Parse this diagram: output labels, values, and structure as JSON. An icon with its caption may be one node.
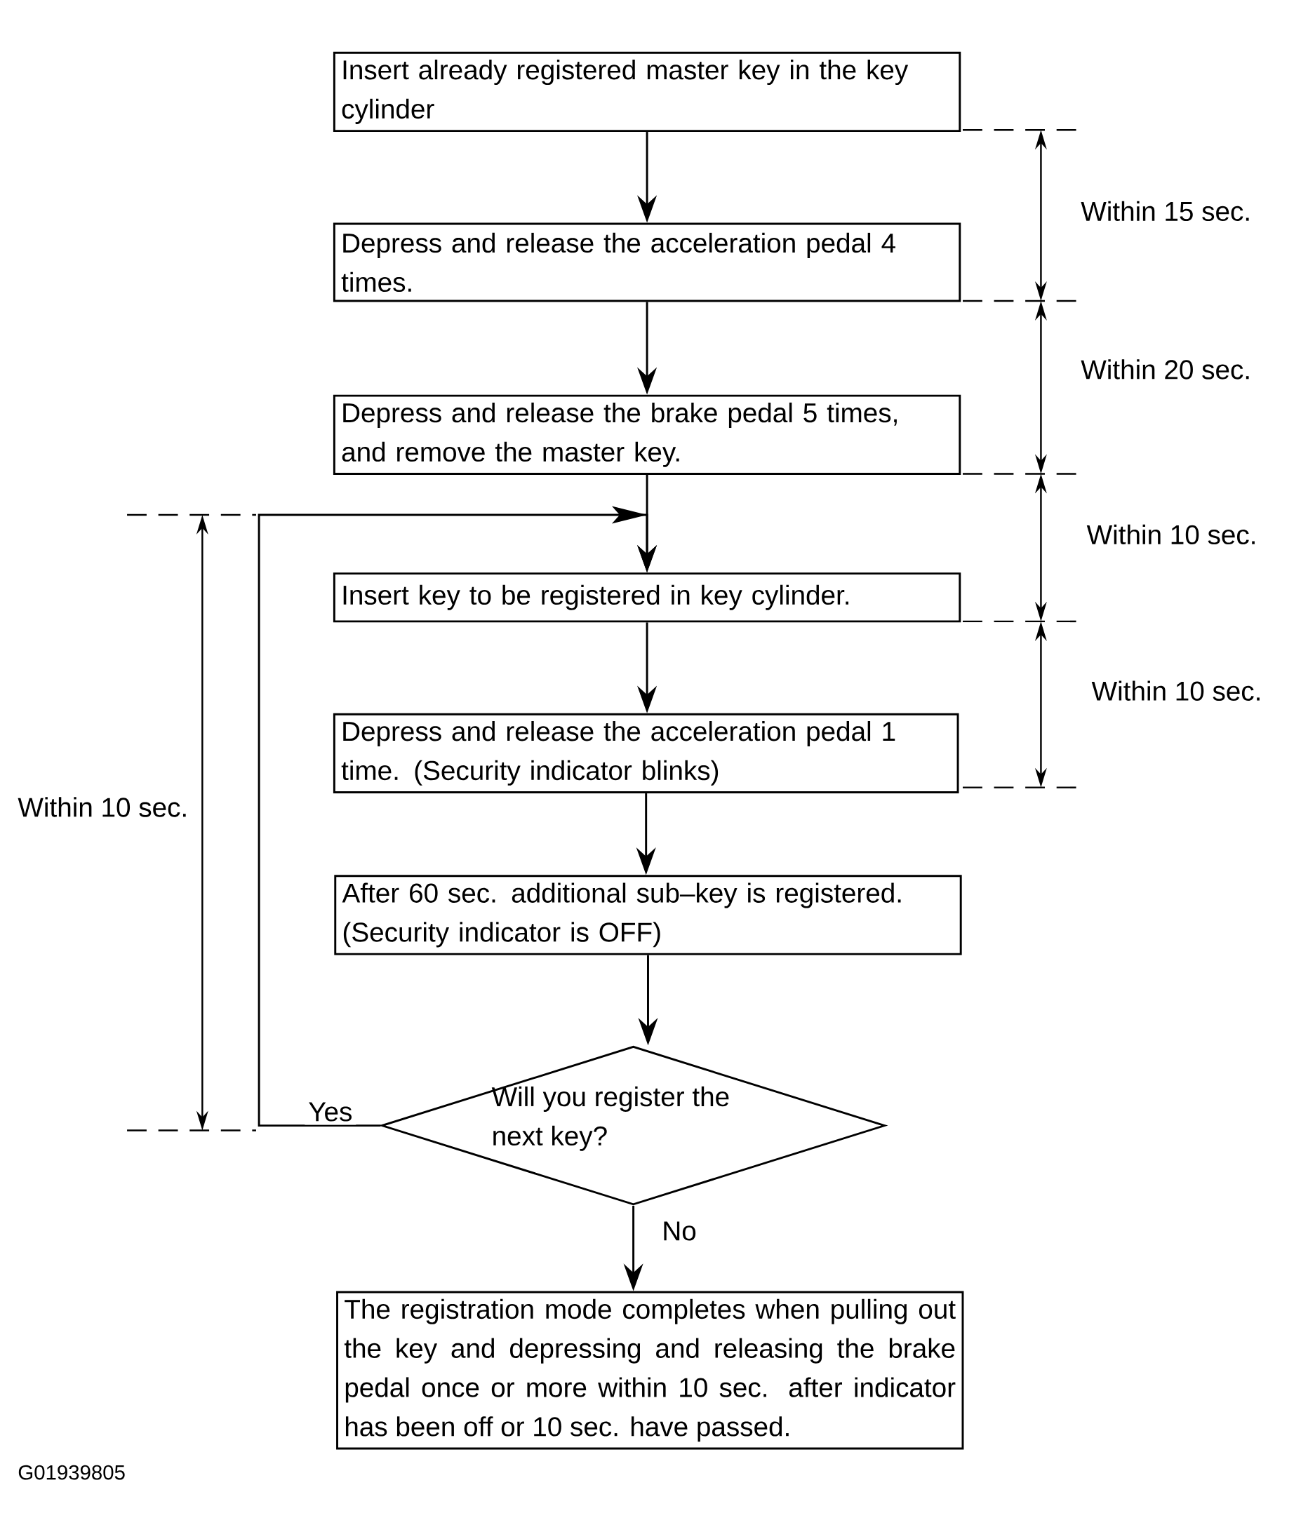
{
  "diagram": {
    "nodes": [
      {
        "text": [
          "Insert already registered master key in the key cylinder"
        ]
      },
      {
        "text": [
          "Depress and release the acceleration pedal 4 times."
        ]
      },
      {
        "text": [
          "Depress and release the brake pedal 5 times, and remove the master key."
        ]
      },
      {
        "text": [
          "Insert key to be registered in key cylinder."
        ]
      },
      {
        "text": [
          "Depress and release the acceleration pedal 1 time. (Security indicator blinks)"
        ]
      },
      {
        "text": [
          "After 60 sec. additional sub–key is registered. (Security indicator is OFF)"
        ]
      },
      {
        "text": [
          "Will you register the next key?"
        ]
      },
      {
        "text": [
          "The registration mode completes when pulling out the key and depressing and releasing the brake pedal once or more within 10 sec. after indicator has been off or 10 sec. have passed."
        ]
      }
    ],
    "edges": [
      {
        "from": 0,
        "to": 1,
        "arrow": "to"
      },
      {
        "from": 1,
        "to": 2,
        "arrow": "to"
      },
      {
        "from": 2,
        "to": 3,
        "arrow": "to"
      },
      {
        "from": 3,
        "to": 4,
        "arrow": "to"
      },
      {
        "from": 4,
        "to": 5,
        "arrow": "to"
      },
      {
        "from": 5,
        "to": 6,
        "arrow": "to"
      },
      {
        "from": 6,
        "to": 3,
        "arrow": "to",
        "label": "Yes"
      },
      {
        "from": 6,
        "to": 7,
        "arrow": "to",
        "label": "No"
      }
    ],
    "labels": [
      "Within 15 sec.",
      "Within 20 sec.",
      "Within 10 sec.",
      "Within 10 sec.",
      "Within 10 sec.",
      "G01939805"
    ]
  }
}
